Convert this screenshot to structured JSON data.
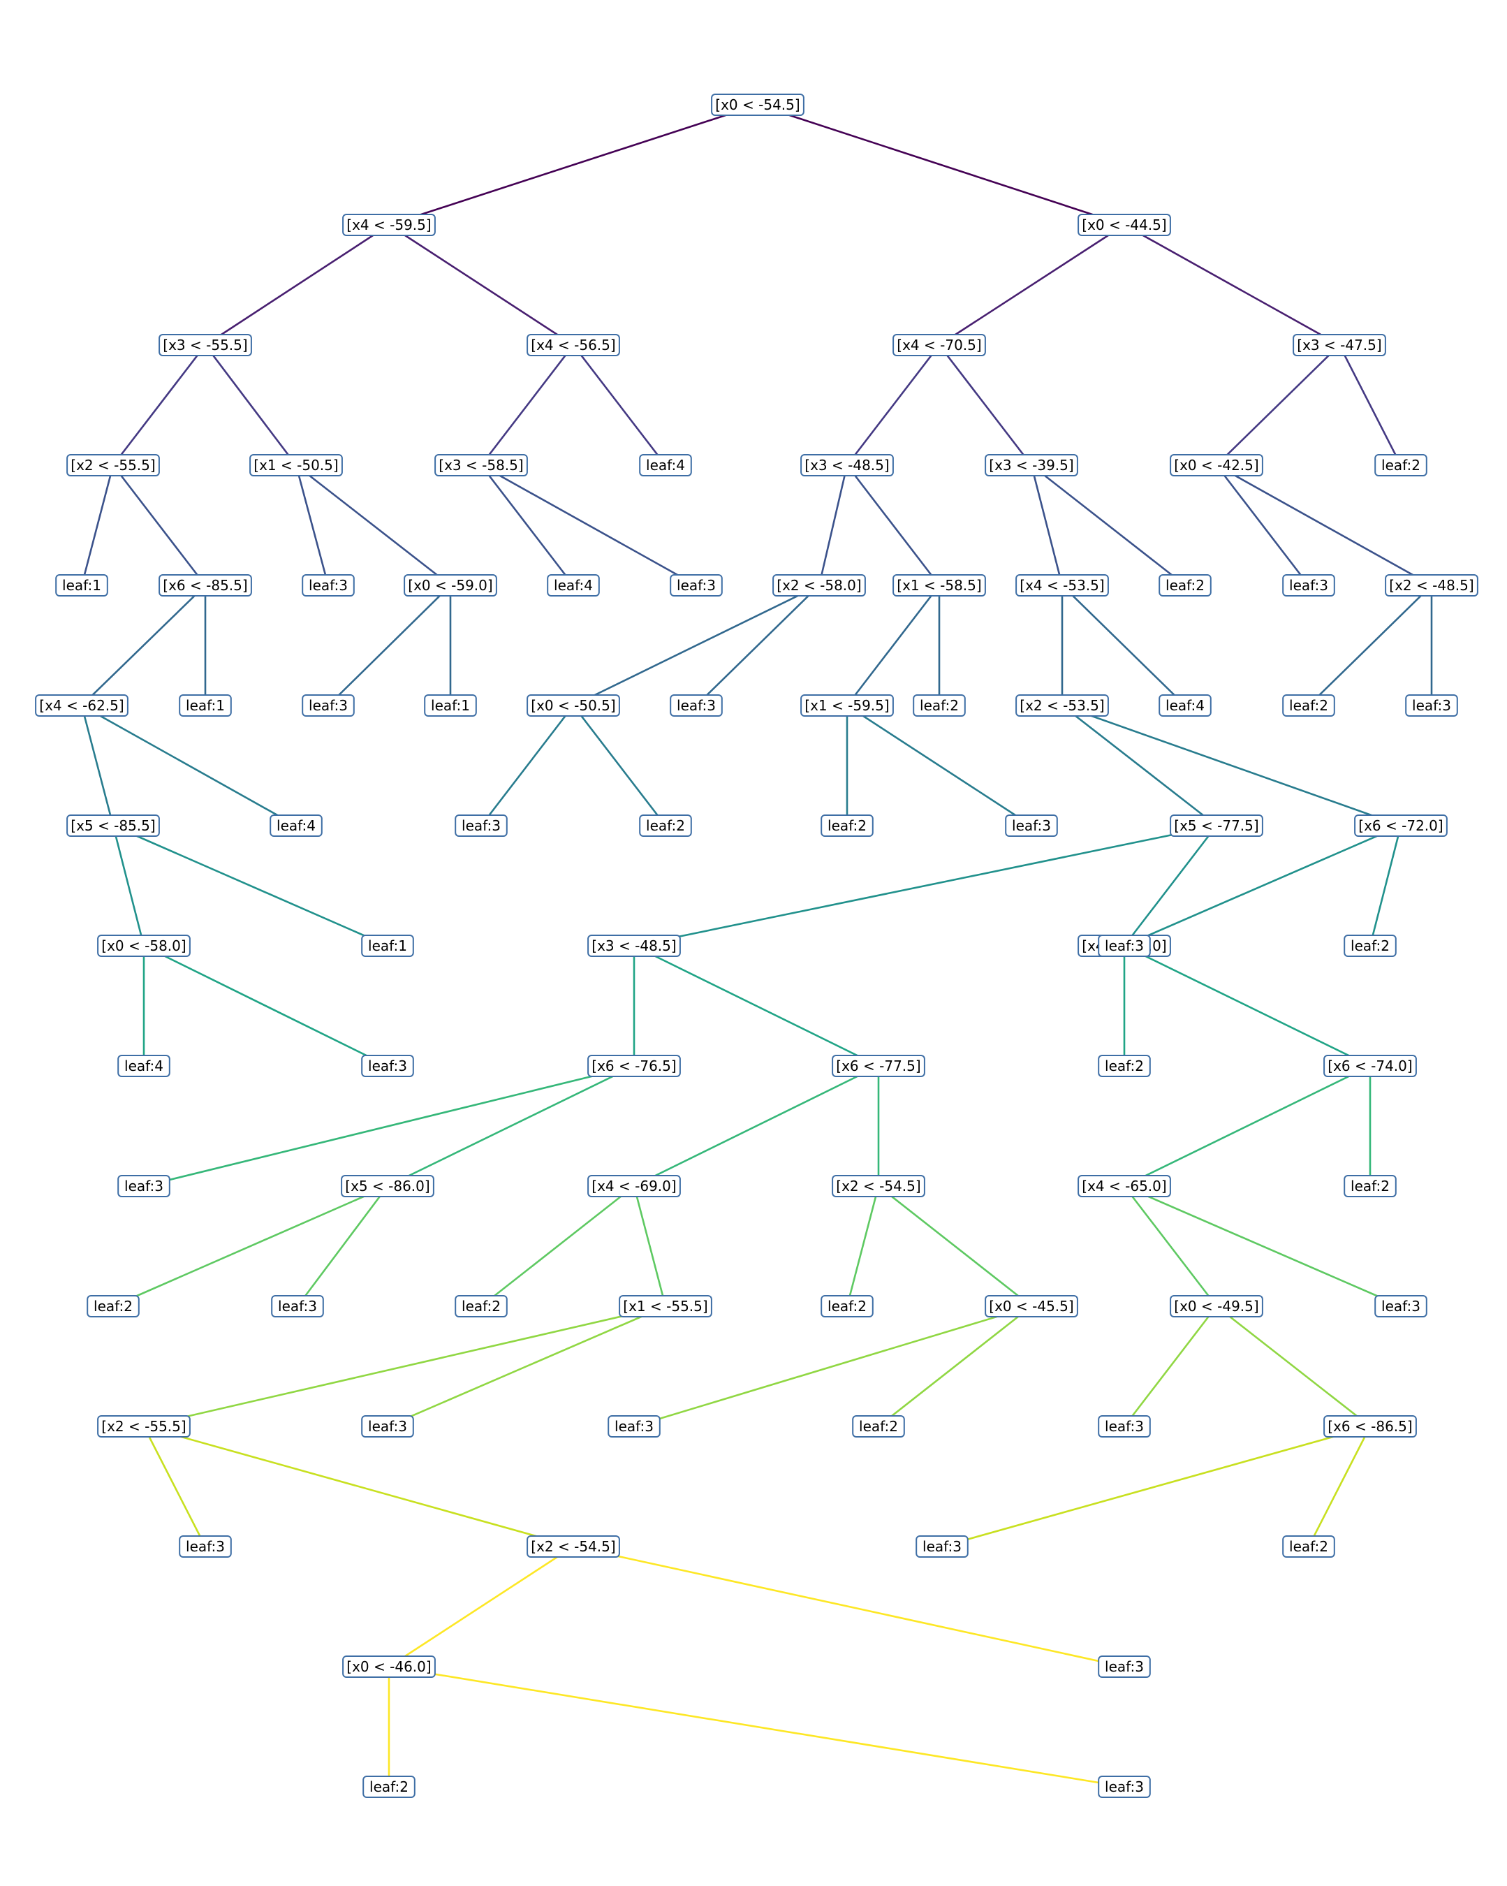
{
  "root": {
    "label": "[x0 < -54.5]",
    "children": [
      {
        "label": "[x4 < -59.5]",
        "children": [
          {
            "label": "[x3 < -55.5]",
            "children": [
              {
                "label": "[x2 < -55.5]",
                "children": [
                  {
                    "label": "leaf:1"
                  },
                  {
                    "label": "[x6 < -85.5]",
                    "children": [
                      {
                        "label": "[x4 < -62.5]",
                        "children": [
                          {
                            "label": "[x5 < -85.5]",
                            "children": [
                              {
                                "label": "[x0 < -58.0]",
                                "children": [
                                  {
                                    "label": "leaf:4"
                                  },
                                  {
                                    "label": "leaf:3"
                                  }
                                ]
                              },
                              {
                                "label": "leaf:1"
                              }
                            ]
                          },
                          {
                            "label": "leaf:4"
                          }
                        ]
                      },
                      {
                        "label": "leaf:1"
                      }
                    ]
                  }
                ]
              },
              {
                "label": "[x1 < -50.5]",
                "children": [
                  {
                    "label": "leaf:3"
                  },
                  {
                    "label": "[x0 < -59.0]",
                    "children": [
                      {
                        "label": "leaf:3"
                      },
                      {
                        "label": "leaf:1"
                      }
                    ]
                  }
                ]
              }
            ]
          },
          {
            "label": "[x4 < -56.5]",
            "children": [
              {
                "label": "[x3 < -58.5]",
                "children": [
                  {
                    "label": "leaf:4"
                  },
                  {
                    "label": "leaf:3"
                  }
                ]
              },
              {
                "label": "leaf:4"
              }
            ]
          }
        ]
      },
      {
        "label": "[x0 < -44.5]",
        "children": [
          {
            "label": "[x4 < -70.5]",
            "children": [
              {
                "label": "[x3 < -48.5]",
                "children": [
                  {
                    "label": "[x2 < -58.0]",
                    "children": [
                      {
                        "label": "[x0 < -50.5]",
                        "children": [
                          {
                            "label": "leaf:3"
                          },
                          {
                            "label": "leaf:2"
                          }
                        ]
                      },
                      {
                        "label": "leaf:3"
                      }
                    ]
                  },
                  {
                    "label": "[x1 < -58.5]",
                    "children": [
                      {
                        "label": "[x1 < -59.5]",
                        "children": [
                          {
                            "label": "leaf:2"
                          },
                          {
                            "label": "leaf:3"
                          }
                        ]
                      },
                      {
                        "label": "leaf:2"
                      }
                    ]
                  }
                ]
              },
              {
                "label": "[x3 < -39.5]",
                "children": [
                  {
                    "label": "[x4 < -53.5]",
                    "children": [
                      {
                        "label": "[x2 < -53.5]",
                        "children": [
                          {
                            "label": "[x5 < -77.5]",
                            "children": [
                              {
                                "label": "[x3 < -48.5]",
                                "children": [
                                  {
                                    "label": "[x6 < -76.5]",
                                    "children": [
                                      {
                                        "label": "leaf:3"
                                      },
                                      {
                                        "label": "[x5 < -86.0]",
                                        "children": [
                                          {
                                            "label": "leaf:2"
                                          },
                                          {
                                            "label": "leaf:3"
                                          }
                                        ]
                                      }
                                    ]
                                  },
                                  {
                                    "label": "[x6 < -77.5]",
                                    "children": [
                                      {
                                        "label": "[x4 < -69.0]",
                                        "children": [
                                          {
                                            "label": "leaf:2"
                                          },
                                          {
                                            "label": "[x1 < -55.5]",
                                            "children": [
                                              {
                                                "label": "[x2 < -55.5]",
                                                "children": [
                                                  {
                                                    "label": "leaf:3"
                                                  },
                                                  {
                                                    "label": "[x2 < -54.5]",
                                                    "children": [
                                                      {
                                                        "label": "[x0 < -46.0]",
                                                        "children": [
                                                          {
                                                            "label": "leaf:2"
                                                          },
                                                          {
                                                            "label": "leaf:3"
                                                          }
                                                        ]
                                                      },
                                                      {
                                                        "label": "leaf:3"
                                                      }
                                                    ]
                                                  }
                                                ]
                                              },
                                              {
                                                "label": "leaf:3"
                                              }
                                            ]
                                          }
                                        ]
                                      },
                                      {
                                        "label": "[x2 < -54.5]",
                                        "children": [
                                          {
                                            "label": "leaf:2"
                                          },
                                          {
                                            "label": "[x0 < -45.5]",
                                            "children": [
                                              {
                                                "label": "leaf:3"
                                              },
                                              {
                                                "label": "leaf:2"
                                              }
                                            ]
                                          }
                                        ]
                                      }
                                    ]
                                  }
                                ]
                              },
                              {
                                "label": "[x4 < -68.0]",
                                "children": [
                                  {
                                    "label": "leaf:2"
                                  },
                                  {
                                    "label": "[x6 < -74.0]",
                                    "children": [
                                      {
                                        "label": "[x4 < -65.0]",
                                        "children": [
                                          {
                                            "label": "[x0 < -49.5]",
                                            "children": [
                                              {
                                                "label": "leaf:3"
                                              },
                                              {
                                                "label": "[x6 < -86.5]",
                                                "children": [
                                                  {
                                                    "label": "leaf:3"
                                                  },
                                                  {
                                                    "label": "leaf:2"
                                                  }
                                                ]
                                              }
                                            ]
                                          },
                                          {
                                            "label": "leaf:3"
                                          }
                                        ]
                                      },
                                      {
                                        "label": "leaf:2"
                                      }
                                    ]
                                  }
                                ]
                              }
                            ]
                          },
                          {
                            "label": "[x6 < -72.0]",
                            "children": [
                              {
                                "label": "leaf:3"
                              },
                              {
                                "label": "leaf:2"
                              }
                            ]
                          }
                        ]
                      },
                      {
                        "label": "leaf:4"
                      }
                    ]
                  },
                  {
                    "label": "leaf:2"
                  }
                ]
              }
            ]
          },
          {
            "label": "[x3 < -47.5]",
            "children": [
              {
                "label": "[x0 < -42.5]",
                "children": [
                  {
                    "label": "leaf:3"
                  },
                  {
                    "label": "[x2 < -48.5]",
                    "children": [
                      {
                        "label": "leaf:2"
                      },
                      {
                        "label": "leaf:3"
                      }
                    ]
                  }
                ]
              },
              {
                "label": "leaf:2"
              }
            ]
          }
        ]
      }
    ]
  },
  "edge_colors": [
    "#440154",
    "#481f70",
    "#443983",
    "#3b528b",
    "#31688e",
    "#287c8e",
    "#21918c",
    "#20a486",
    "#35b779",
    "#5ec962",
    "#90d743",
    "#c8e020",
    "#fde725"
  ]
}
